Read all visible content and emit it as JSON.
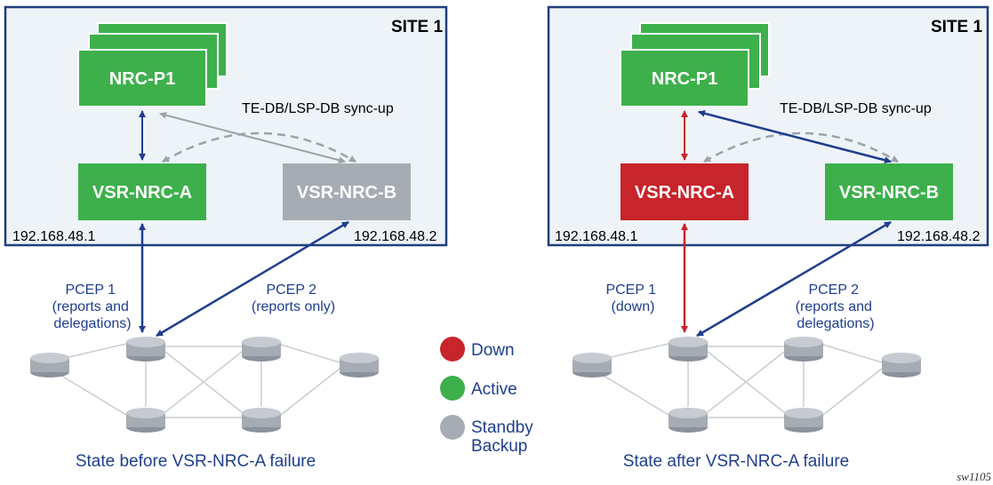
{
  "colors": {
    "active": "#3db04b",
    "standby": "#a6acb4",
    "down": "#c8242b",
    "arrow_blue": "#1f3e8c",
    "arrow_gray": "#9aa3ad",
    "site_border": "#1f3e7a"
  },
  "left": {
    "site_label": "SITE 1",
    "nrc_p1": "NRC-P1",
    "vsr_a": "VSR-NRC-A",
    "vsr_b": "VSR-NRC-B",
    "ip_a": "192.168.48.1",
    "ip_b": "192.168.48.2",
    "sync_label": "TE-DB/LSP-DB sync-up",
    "pcep1": [
      "PCEP 1",
      "(reports and",
      "delegations)"
    ],
    "pcep2": [
      "PCEP 2",
      "(reports only)"
    ],
    "caption": "State before VSR-NRC-A failure",
    "states": {
      "vsr_a": "active",
      "vsr_b": "standby"
    }
  },
  "right": {
    "site_label": "SITE 1",
    "nrc_p1": "NRC-P1",
    "vsr_a": "VSR-NRC-A",
    "vsr_b": "VSR-NRC-B",
    "ip_a": "192.168.48.1",
    "ip_b": "192.168.48.2",
    "sync_label": "TE-DB/LSP-DB sync-up",
    "pcep1": [
      "PCEP 1",
      "(down)"
    ],
    "pcep2": [
      "PCEP 2",
      "(reports and",
      "delegations)"
    ],
    "caption": "State after VSR-NRC-A failure",
    "states": {
      "vsr_a": "down",
      "vsr_b": "active"
    }
  },
  "legend": {
    "down": "Down",
    "active": "Active",
    "standby": [
      "Standby",
      "Backup"
    ]
  },
  "reference": "sw1105"
}
